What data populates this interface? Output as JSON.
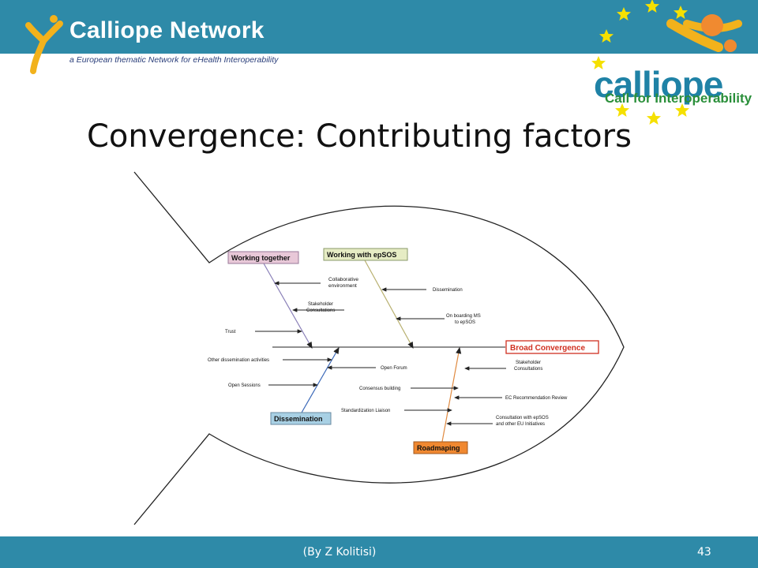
{
  "header": {
    "brand_name": "Calliope Network",
    "brand_tagline": "a European thematic Network for eHealth Interoperability",
    "logo_main": "calliope",
    "logo_sub": "Call for Interoperability"
  },
  "slide": {
    "title": "Convergence: Contributing factors"
  },
  "fishbone": {
    "head": "Broad Convergence",
    "categories": {
      "working_together": "Working together",
      "working_with_epsos": "Working with  epSOS",
      "dissemination": "Dissemination",
      "roadmaping": "Roadmaping"
    },
    "causes": {
      "collaborative_1": "Collaborative",
      "collaborative_2": "environment",
      "stakeholder_wt_1": "Stakeholder",
      "stakeholder_wt_2": "Consultations",
      "trust": "Trust",
      "dissemination_epsos": "Dissemination",
      "onboarding_1": "On boarding MS",
      "onboarding_2": "to epSOS",
      "other_dissemination": "Other dissemination activities",
      "open_sessions": "Open Sessions",
      "open_forum": "Open Forum",
      "stakeholder_rm_1": "Stakeholder",
      "stakeholder_rm_2": "Consultations",
      "consensus_building": "Consensus building",
      "ec_recommendation": "EC Recommendation Review",
      "standardization": "Standardization  Liaison",
      "consultation_1": "Consultation with epSOS",
      "consultation_2": "and other EU Initiatives"
    },
    "colors": {
      "working_together": "#e8c8d8",
      "working_with_epsos": "#e6ecc4",
      "dissemination": "#a8d0e4",
      "roadmaping": "#f08830",
      "head_border": "#d03020"
    }
  },
  "footer": {
    "author": "(By Z Kolitisi)",
    "page_number": "43"
  }
}
